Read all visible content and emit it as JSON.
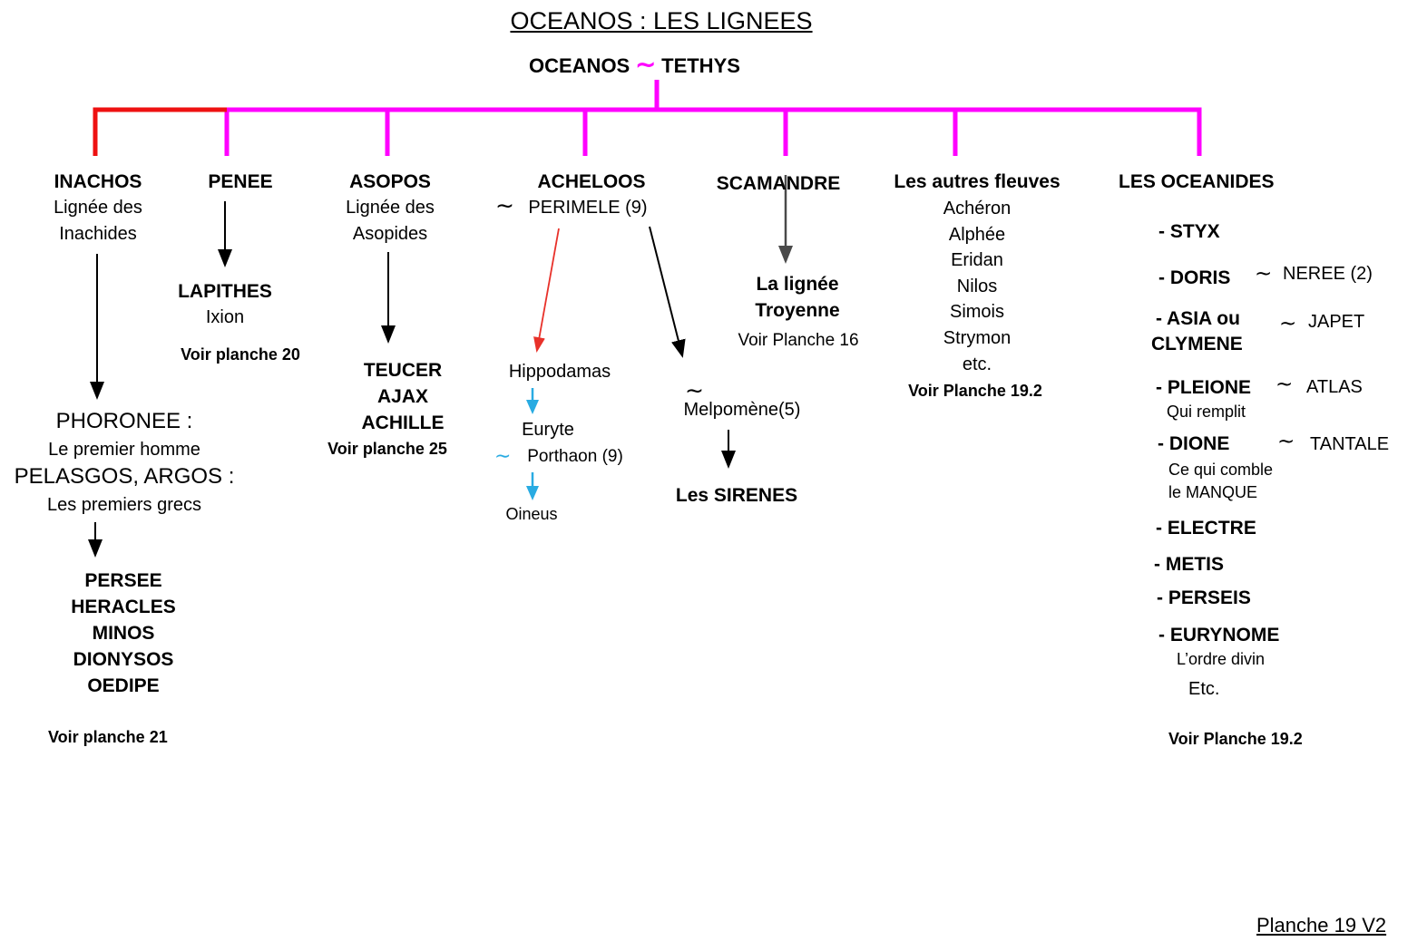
{
  "title": "OCEANOS : LES LIGNEES",
  "couple": {
    "left": "OCEANOS",
    "tilde": "∼",
    "right": "TETHYS"
  },
  "colors": {
    "magenta": "#FF00FF",
    "red_line": "#EE1111",
    "red_arrow": "#E8312A",
    "cyan": "#29ABE2",
    "black": "#000000",
    "gray_arrow": "#4A4A4A"
  },
  "inachos": {
    "title": "INACHOS",
    "sub1": "Lignée des",
    "sub2": "Inachides",
    "phoronee": "PHORONEE :",
    "phoronee_sub": "Le premier homme",
    "pelasgos": "PELASGOS, ARGOS :",
    "pelasgos_sub": "Les premiers grecs",
    "heroes": [
      "PERSEE",
      "HERACLES",
      "MINOS",
      "DIONYSOS",
      "OEDIPE"
    ],
    "note": "Voir planche 21"
  },
  "penee": {
    "title": "PENEE",
    "child": "LAPITHES",
    "grandchild": "Ixion",
    "note": "Voir planche 20"
  },
  "asopos": {
    "title": "ASOPOS",
    "sub1": "Lignée des",
    "sub2": "Asopides",
    "heroes": [
      "TEUCER",
      "AJAX",
      "ACHILLE"
    ],
    "note": "Voir planche 25"
  },
  "acheloos": {
    "title": "ACHELOOS",
    "tilde": "∼",
    "spouse": "PERIMELE (9)",
    "hippodamas": "Hippodamas",
    "euryte": "Euryte",
    "porthaon_tilde": "∼",
    "porthaon": "Porthaon (9)",
    "oineus": "Oineus",
    "melpomene_tilde": "∼",
    "melpomene": "Melpomène(5)",
    "sirenes": "Les SIRENES"
  },
  "scamandre": {
    "title": "SCAMANDRE",
    "lineage1": "La lignée",
    "lineage2": "Troyenne",
    "note": "Voir Planche 16"
  },
  "fleuves": {
    "title": "Les autres fleuves",
    "rivers": [
      "Achéron",
      "Alphée",
      "Eridan",
      "Nilos",
      "Simois",
      "Strymon",
      "etc."
    ],
    "note": "Voir Planche 19.2"
  },
  "oceanides": {
    "title": "LES OCEANIDES",
    "styx": "- STYX",
    "doris": "- DORIS",
    "doris_tilde": "∼",
    "doris_spouse": "NEREE (2)",
    "asia1": "- ASIA ou",
    "asia2": "CLYMENE",
    "asia_tilde": "∼",
    "asia_spouse": "JAPET",
    "pleione": "- PLEIONE",
    "pleione_tilde": "∼",
    "pleione_spouse": "ATLAS",
    "pleione_sub": "Qui remplit",
    "dione": "- DIONE",
    "dione_tilde": "∼",
    "dione_spouse": "TANTALE",
    "dione_sub1": "Ce qui comble",
    "dione_sub2": "le MANQUE",
    "electre": "- ELECTRE",
    "metis": "- METIS",
    "perseis": "- PERSEIS",
    "eurynome": "- EURYNOME",
    "eurynome_sub": "L’ordre divin",
    "etc": "Etc.",
    "note": "Voir Planche 19.2"
  },
  "footer": "Planche 19 V2"
}
